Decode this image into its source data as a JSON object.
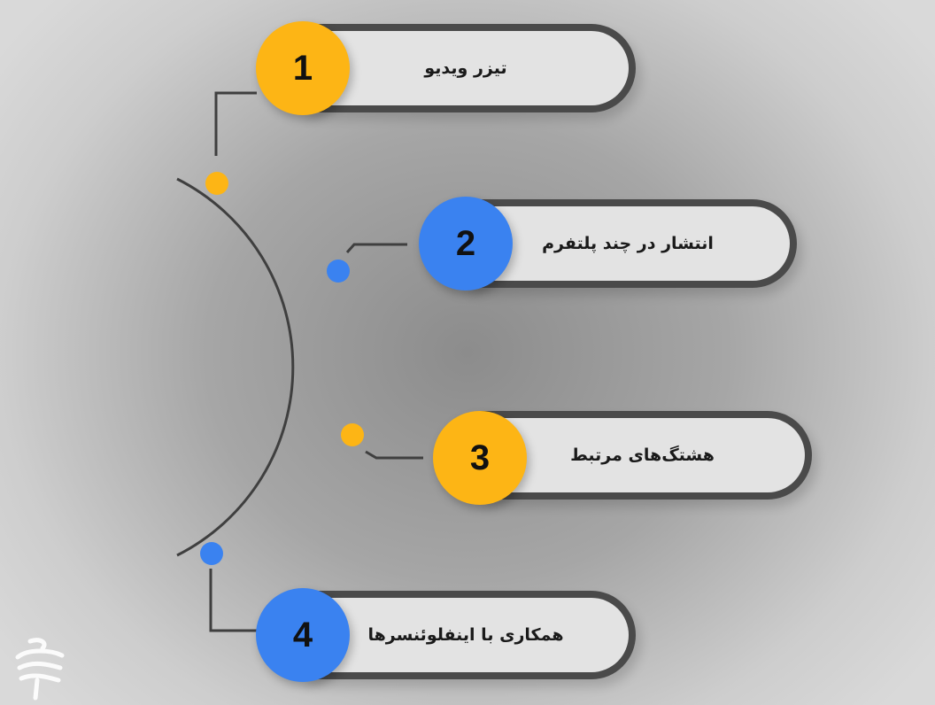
{
  "colors": {
    "yellow": "#FDB515",
    "blue": "#3A82F0",
    "pill_fill": "#e3e3e3",
    "pill_border": "#4a4a4a",
    "line": "#3f3f3f"
  },
  "steps": [
    {
      "number": "1",
      "label": "تیزر ویدیو",
      "color": "yellow"
    },
    {
      "number": "2",
      "label": "انتشار در چند پلتفرم",
      "color": "blue"
    },
    {
      "number": "3",
      "label": "هشتگ‌های مرتبط",
      "color": "yellow"
    },
    {
      "number": "4",
      "label": "همکاری با اینفلوئنسرها",
      "color": "blue"
    }
  ],
  "logo": {
    "icon": "brand-logo-icon"
  }
}
